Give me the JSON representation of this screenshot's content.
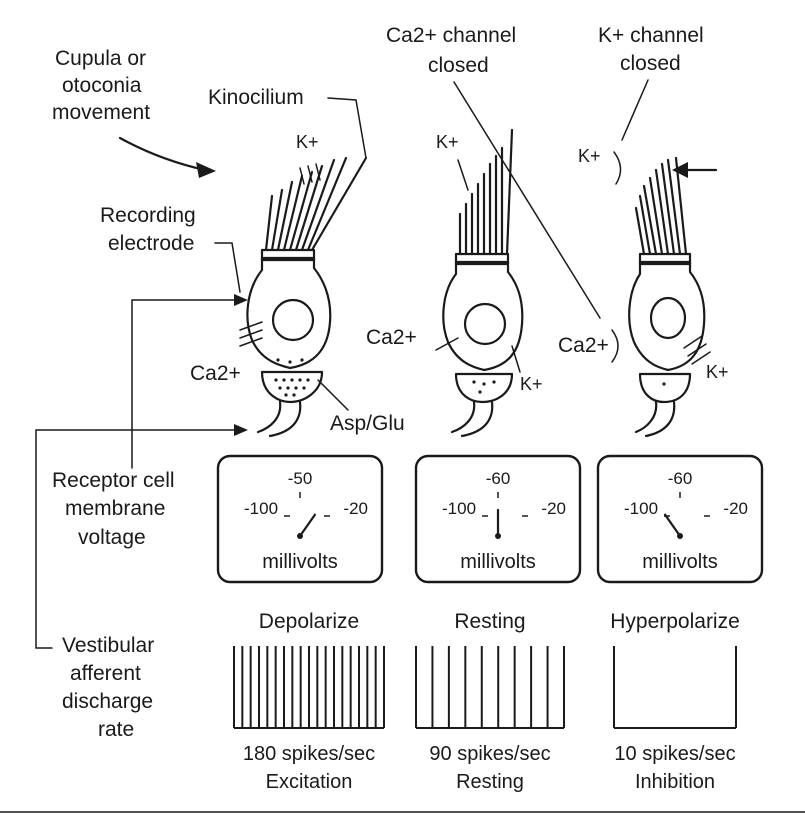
{
  "labels": {
    "cupula_line1": "Cupula or",
    "cupula_line2": "otoconia",
    "cupula_line3": "movement",
    "kinocilium": "Kinocilium",
    "k_plus": "K+",
    "ca_channel_line1": "Ca2+ channel",
    "ca_channel_line2": "closed",
    "k_channel_line1": "K+ channel",
    "k_channel_line2": "closed",
    "recording_line1": "Recording",
    "recording_line2": "electrode",
    "ca2_plus": "Ca2+",
    "asp_glu": "Asp/Glu",
    "receptor_line1": "Receptor cell",
    "receptor_line2": "membrane",
    "receptor_line3": "voltage",
    "vestibular_line1": "Vestibular",
    "vestibular_line2": "afferent",
    "vestibular_line3": "discharge",
    "vestibular_line4": "rate"
  },
  "meters": [
    {
      "top": "-50",
      "left": "-100",
      "right": "-20",
      "unit": "millivolts"
    },
    {
      "top": "-60",
      "left": "-100",
      "right": "-20",
      "unit": "millivolts"
    },
    {
      "top": "-60",
      "left": "-100",
      "right": "-20",
      "unit": "millivolts"
    }
  ],
  "states": [
    {
      "title": "Depolarize",
      "rate": "180 spikes/sec",
      "effect": "Excitation",
      "spikes": 18
    },
    {
      "title": "Resting",
      "rate": "90 spikes/sec",
      "effect": "Resting",
      "spikes": 9
    },
    {
      "title": "Hyperpolarize",
      "rate": "10 spikes/sec",
      "effect": "Inhibition",
      "spikes": 1
    }
  ]
}
